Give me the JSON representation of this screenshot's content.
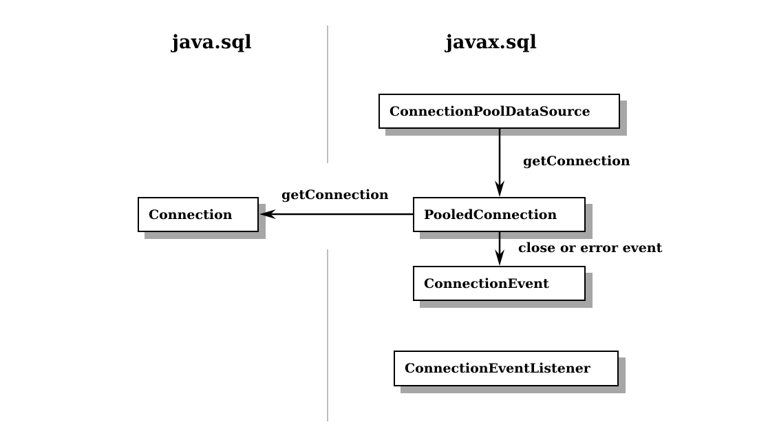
{
  "packages": {
    "left_title": "java.sql",
    "right_title": "javax.sql"
  },
  "boxes": {
    "connection_pool_data_source": "ConnectionPoolDataSource",
    "pooled_connection": "PooledConnection",
    "connection": "Connection",
    "connection_event": "ConnectionEvent",
    "connection_event_listener": "ConnectionEventListener"
  },
  "edges": {
    "cpds_to_pooled": "getConnection",
    "pooled_to_connection": "getConnection",
    "pooled_to_event": "close or error event"
  }
}
